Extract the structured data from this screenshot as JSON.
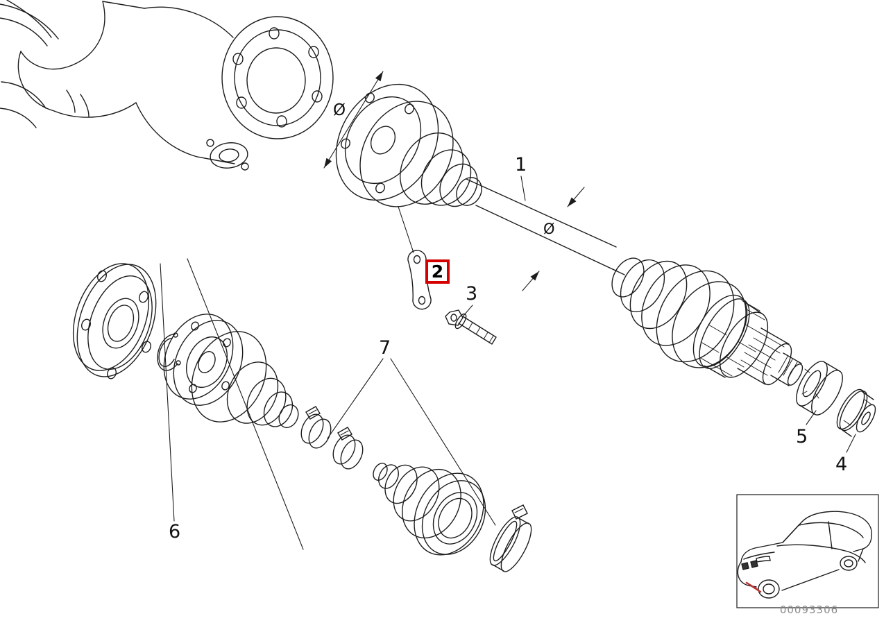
{
  "diagram": {
    "part_labels": {
      "p1": "1",
      "p2": "2",
      "p3": "3",
      "p4": "4",
      "p5": "5",
      "p6": "6",
      "p7": "7"
    },
    "highlighted_part": "2",
    "diameter_symbol_1": "Ø",
    "diameter_symbol_2": "Ø",
    "image_code": "00093306",
    "colors": {
      "highlight": "#d40000",
      "line": "#1c1c1c",
      "code_text": "#8a8a8a"
    }
  }
}
